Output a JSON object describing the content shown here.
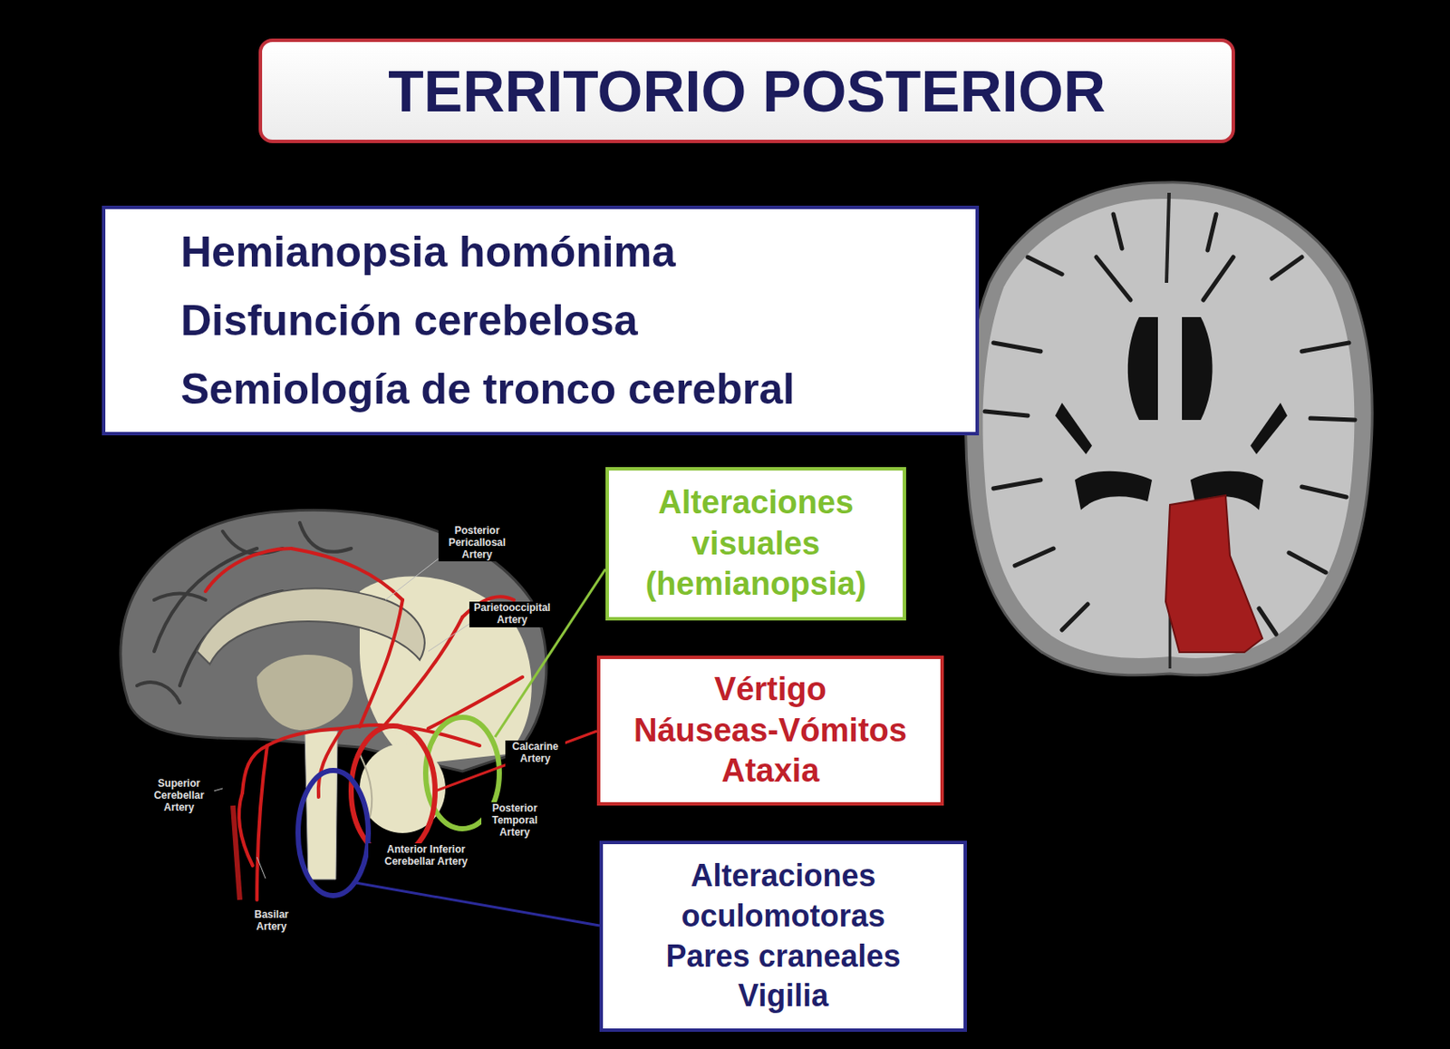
{
  "diagram": {
    "title": "TERRITORIO POSTERIOR",
    "nodes": [
      {
        "text": [
          "Hemianopsia homónima",
          "Disfunción cerebelosa",
          "Semiología de tronco cerebral"
        ]
      },
      {
        "text": [
          "Alteraciones visuales (hemianopsia)"
        ]
      },
      {
        "text": [
          "Vértigo",
          "Náuseas-Vómitos",
          "Ataxia"
        ]
      },
      {
        "text": [
          "Alteraciones oculomotoras",
          "Pares craneales",
          "Vigilia"
        ]
      }
    ],
    "labels": [
      "Posterior Pericallosal Artery",
      "Parietooccipital Artery",
      "Calcarine Artery",
      "Posterior Temporal Artery",
      "Anterior Inferior Cerebellar Artery",
      "Superior Cerebellar Artery",
      "Basilar Artery"
    ]
  }
}
